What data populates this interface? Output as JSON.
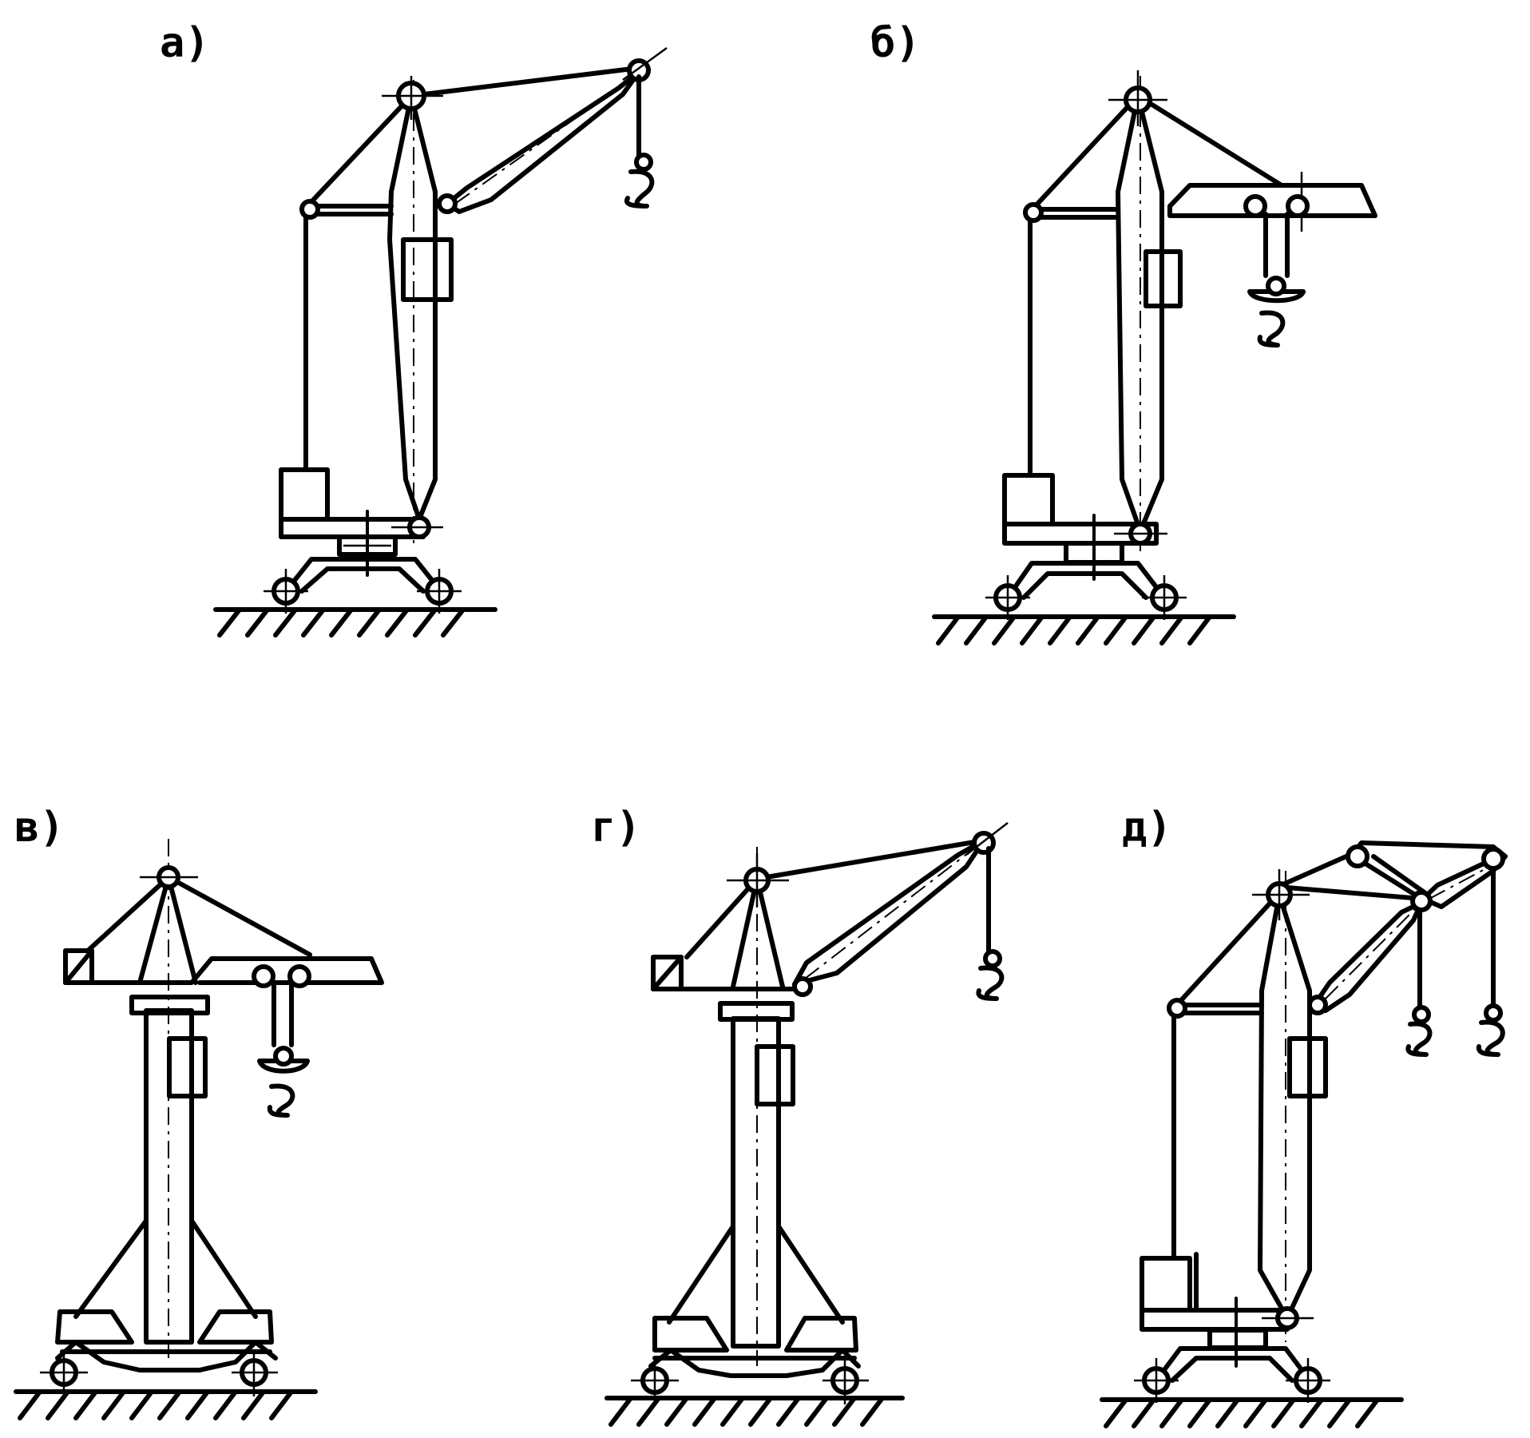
{
  "figure": {
    "panels": [
      {
        "id": "a",
        "label": "а)",
        "variant": "luffing-jib-tower-crane"
      },
      {
        "id": "b",
        "label": "б)",
        "variant": "trolley-jib-tower-crane"
      },
      {
        "id": "v",
        "label": "в)",
        "variant": "trolley-jib-portal-crane"
      },
      {
        "id": "g",
        "label": "г)",
        "variant": "luffing-jib-portal-crane"
      },
      {
        "id": "d",
        "label": "д)",
        "variant": "two-hook-luffing-tower-crane"
      }
    ],
    "colors": {
      "ink": "#000000",
      "paper": "#ffffff"
    }
  }
}
